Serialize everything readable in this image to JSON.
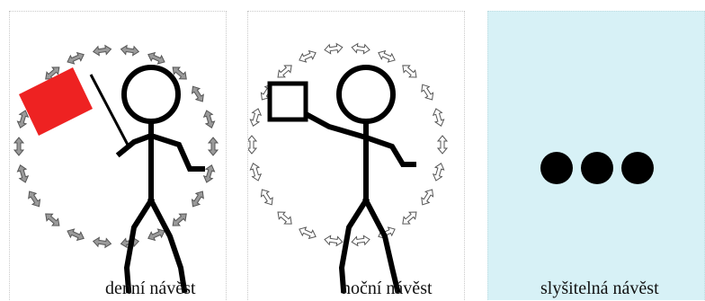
{
  "panels": [
    {
      "id": "day",
      "caption": "denní návěst"
    },
    {
      "id": "night",
      "caption": "noční návěst"
    },
    {
      "id": "sound",
      "caption": "slyšitelná návěst"
    }
  ],
  "colors": {
    "flag": "#ee2222",
    "figure": "#000000",
    "arrow": "#8a8a8a",
    "sound_panel": "#d7f1f6"
  },
  "sound_signal": {
    "dots": 3
  }
}
